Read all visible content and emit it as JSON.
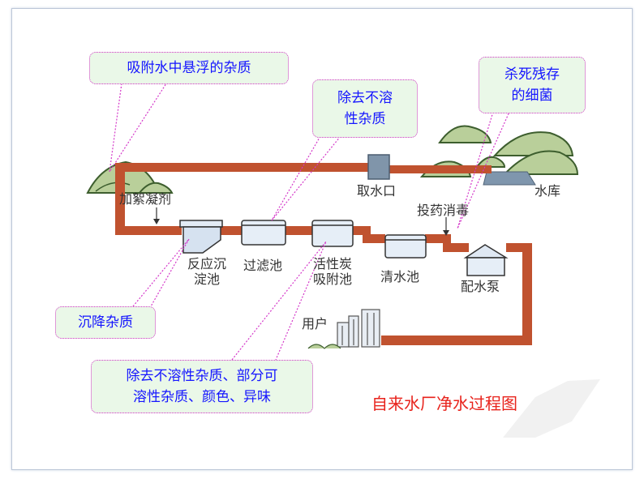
{
  "title": "自来水厂净水过程图",
  "callouts": {
    "adsorb": "吸附水中悬浮的杂质",
    "filter_line1": "除去不溶",
    "filter_line2": "性杂质",
    "kill_line1": "杀死残存",
    "kill_line2": "的细菌",
    "settle": "沉降杂质",
    "carbon_line1": "除去不溶性杂质、部分可",
    "carbon_line2": "溶性杂质、颜色、异味"
  },
  "labels": {
    "coagulant": "加絮凝剂",
    "intake": "取水口",
    "reservoir": "水库",
    "disinfect": "投药消毒",
    "settle_line1": "反应沉",
    "settle_line2": "淀池",
    "filter_tank": "过滤池",
    "carbon_line1": "活性炭",
    "carbon_line2": "吸附池",
    "clear_tank": "清水池",
    "pump": "配水泵",
    "user": "用户"
  },
  "colors": {
    "pipe": "#c0522f",
    "callout_fill": "#eaf8e8",
    "callout_border": "#d437c9",
    "callout_text": "#1515ff",
    "title": "#e8231c"
  }
}
